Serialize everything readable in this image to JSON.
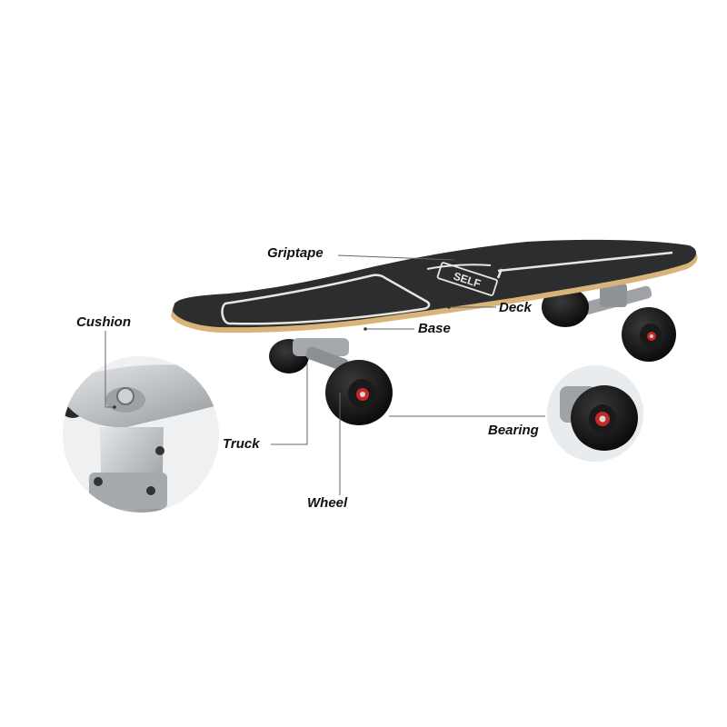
{
  "labels": {
    "griptape": "Griptape",
    "deck": "Deck",
    "base": "Base",
    "cushion": "Cushion",
    "truck": "Truck",
    "wheel": "Wheel",
    "bearing": "Bearing"
  },
  "logo_text": "SELF",
  "colors": {
    "griptape": "#2b2d2e",
    "deck_wood": "#d9b47a",
    "wheel": "#111111",
    "bearing": "#c62828",
    "truck_metal": "#b9bcbf",
    "leader_line": "#555555"
  }
}
